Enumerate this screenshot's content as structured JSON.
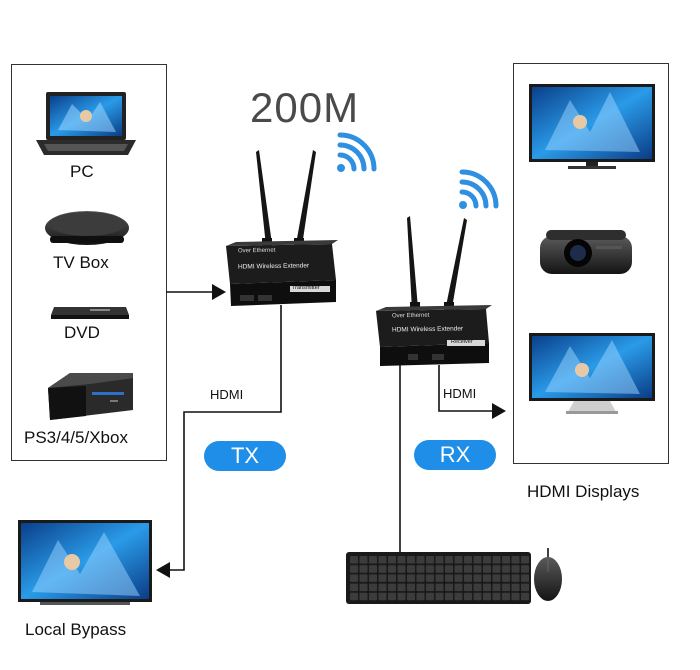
{
  "speed_label": "200M",
  "sources": {
    "pc": "PC",
    "tv_box": "TV Box",
    "dvd": "DVD",
    "console": "PS3/4/5/Xbox"
  },
  "tx": {
    "badge": "TX",
    "cable_label": "HDMI",
    "device_top_text": "Over Ethernet",
    "device_name": "HDMI Wireless Extender",
    "device_tag": "Transmitter"
  },
  "rx": {
    "badge": "RX",
    "cable_label": "HDMI",
    "device_top_text": "Over Ethernet",
    "device_name": "HDMI Wireless Extender",
    "device_tag": "Receiver"
  },
  "displays_label": "HDMI Displays",
  "local_bypass_label": "Local Bypass",
  "colors": {
    "wifi": "#2f8fe0",
    "badge": "#1e8ee8",
    "device": "#141414",
    "line": "#111111"
  }
}
